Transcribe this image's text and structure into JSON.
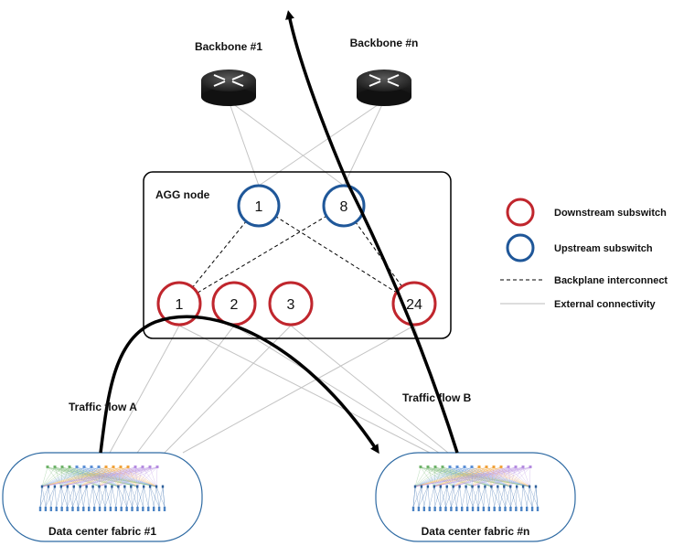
{
  "diagram": {
    "backbones": [
      {
        "id": "bb1",
        "label": "Backbone #1"
      },
      {
        "id": "bbn",
        "label": "Backbone #n"
      }
    ],
    "agg_node": {
      "label": "AGG node",
      "upstream": [
        "1",
        "8"
      ],
      "downstream": [
        "1",
        "2",
        "3",
        "24"
      ]
    },
    "fabrics": [
      {
        "id": "f1",
        "label": "Data center fabric #1"
      },
      {
        "id": "fn",
        "label": "Data center fabric #n"
      }
    ],
    "flows": [
      {
        "id": "a",
        "label": "Traffic flow A"
      },
      {
        "id": "b",
        "label": "Traffic flow B"
      }
    ],
    "legend": [
      {
        "kind": "downstream",
        "label": "Downstream subswitch",
        "color": "#c0262d"
      },
      {
        "kind": "upstream",
        "label": "Upstream subswitch",
        "color": "#1f5799"
      },
      {
        "kind": "backplane",
        "label": "Backplane interconnect"
      },
      {
        "kind": "external",
        "label": "External connectivity"
      }
    ]
  }
}
